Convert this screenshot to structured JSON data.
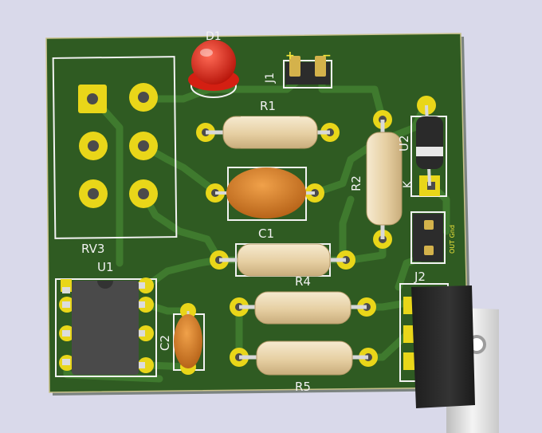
{
  "board": {
    "colors": {
      "background": "#d9d9ea",
      "pcb": "#2f5b22",
      "trace": "#3f7a2e",
      "silkscreen": "#f2f2f2",
      "pad": "#e9d619",
      "resistor_body": "#ead7ac",
      "capacitor": "#cf7a26",
      "ic": "#4a4a4a",
      "led": "#d41f12",
      "diode": "#2d2d2d",
      "header": "#2c2c2c",
      "gold_pin": "#d4b24b"
    }
  },
  "labels": {
    "led": "D1",
    "r1": "R1",
    "r2": "R2",
    "r4": "R4",
    "r5": "R5",
    "c1": "C1",
    "c2": "C2",
    "j1": "J1",
    "j2": "J2",
    "u1": "U1",
    "u2": "U2",
    "rv3": "RV3",
    "k": "K",
    "plus": "+",
    "minus": "−",
    "j2_pins": "OUT Gnd"
  }
}
